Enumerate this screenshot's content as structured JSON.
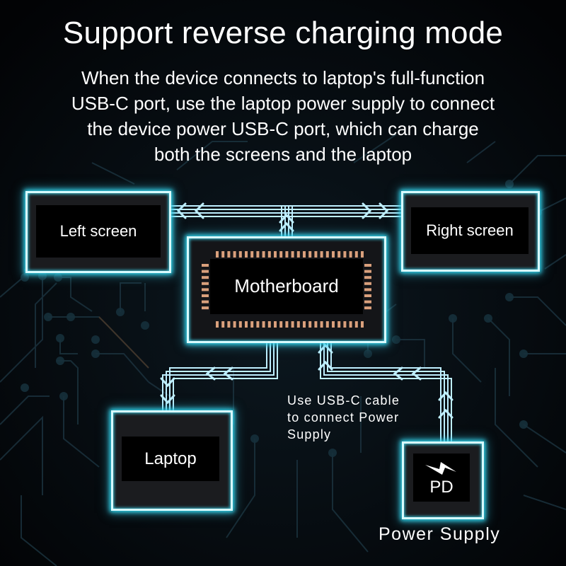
{
  "header": {
    "title": "Support reverse charging mode",
    "description_lines": [
      "When the device connects to laptop's full-function",
      "USB-C port, use the laptop power supply to connect",
      "the device power USB-C port, which can charge",
      "both the screens and the laptop"
    ]
  },
  "nodes": {
    "left_screen": {
      "label": "Left screen"
    },
    "right_screen": {
      "label": "Right screen"
    },
    "motherboard": {
      "label": "Motherboard",
      "icon": "chip-icon"
    },
    "laptop": {
      "label": "Laptop"
    },
    "power_supply": {
      "inner_label": "PD",
      "icon": "lightning-bolt-icon",
      "caption": "Power Supply"
    }
  },
  "annotation": {
    "lines": [
      "Use USB-C cable",
      "to connect Power",
      "Supply"
    ]
  },
  "connections": [
    {
      "from": "motherboard",
      "to": "left_screen",
      "direction": "left"
    },
    {
      "from": "motherboard",
      "to": "right_screen",
      "direction": "right"
    },
    {
      "from": "motherboard",
      "to": "laptop",
      "direction": "down-left"
    },
    {
      "from": "power_supply",
      "to": "motherboard",
      "direction": "up"
    }
  ],
  "colors": {
    "background": "#04070b",
    "wire": "#bfefff",
    "glow": "#2fd0e8",
    "chip_pins": "#d9a07c",
    "box_fill": "#1b1c1f"
  }
}
